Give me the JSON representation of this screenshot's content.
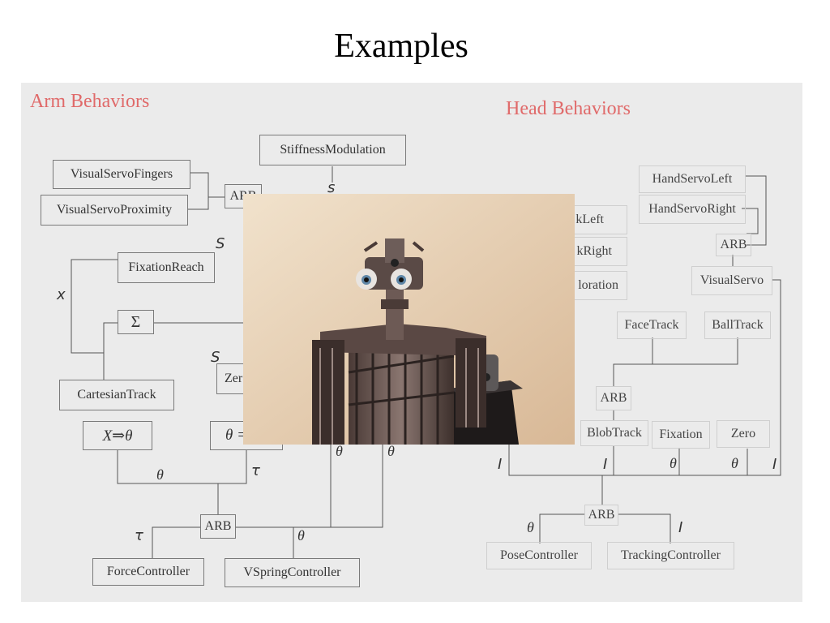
{
  "title": "Examples",
  "arm": {
    "heading": "Arm Behaviors",
    "visual_servo_fingers": "VisualServoFingers",
    "visual_servo_proximity": "VisualServoProximity",
    "arb_top": "ARB",
    "stiffness_modulation": "StiffnessModulation",
    "fixation_reach": "FixationReach",
    "sigma": "Σ",
    "zero_partial": "Zer",
    "cartesian_track": "CartesianTrack",
    "x_to_theta": "X⇒θ",
    "theta_eq_partial": "θ =",
    "arb_bottom": "ARB",
    "force_controller": "ForceController",
    "vspring_controller": "VSpringController",
    "sym_s_top": "s",
    "sym_s_mid": "S",
    "sym_s_low": "S",
    "sym_x": "x",
    "sym_theta_left": "θ",
    "sym_tau_right": "τ",
    "sym_tau_left": "τ",
    "sym_theta_vspring": "θ",
    "sym_theta_photo_1": "θ",
    "sym_theta_photo_2": "θ"
  },
  "head": {
    "heading": "Head Behaviors",
    "hand_servo_left": "HandServoLeft",
    "hand_servo_right": "HandServoRight",
    "arb_top": "ARB",
    "visual_servo": "VisualServo",
    "track_left_partial": "kLeft",
    "track_right_partial": "kRight",
    "exploration_partial": "loration",
    "face_track": "FaceTrack",
    "ball_track": "BallTrack",
    "arb_mid": "ARB",
    "blob_track": "BlobTrack",
    "fixation": "Fixation",
    "zero": "Zero",
    "arb_bottom": "ARB",
    "pose_controller": "PoseController",
    "tracking_controller": "TrackingController",
    "sym_i_1": "I",
    "sym_i_2": "I",
    "sym_theta_1": "θ",
    "sym_theta_2": "θ",
    "sym_i_3": "I",
    "sym_theta_pose": "θ",
    "sym_i_tracking": "I"
  },
  "colors": {
    "heading": "#e06a6a",
    "panel": "#ebebeb",
    "wire": "#555555"
  }
}
